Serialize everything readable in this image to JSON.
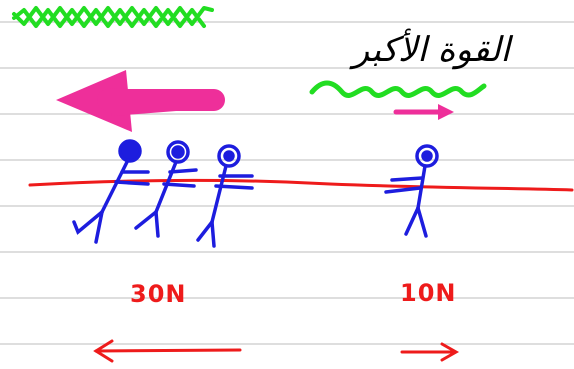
{
  "heading_text": "القوة الأكبر",
  "forces": {
    "left": "30N",
    "right": "10N"
  },
  "colors": {
    "paper": "#ffffff",
    "rule_lines": "#c9c9c9",
    "zigzag": "#22dd22",
    "big_arrow": "#ee2f9a",
    "figures": "#1d1dde",
    "rope": "#ee1b1b",
    "force_labels": "#ee1b1b",
    "force_arrows": "#ee1b1b",
    "text": "#000000"
  }
}
